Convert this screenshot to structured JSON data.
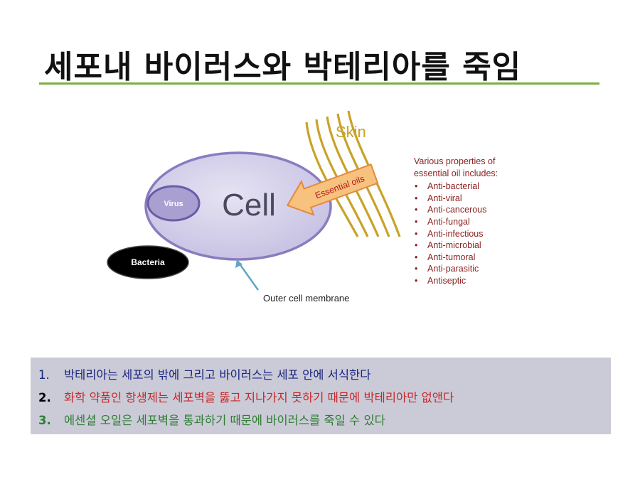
{
  "title": "세포내 바이러스와 박테리아를 죽임",
  "diagram": {
    "cell_label": "Cell",
    "virus_label": "Virus",
    "bacteria_label": "Bacteria",
    "skin_label": "Skin",
    "arrow_label": "Essential oils",
    "membrane_label": "Outer cell membrane"
  },
  "properties": {
    "heading_line1": "Various properties of",
    "heading_line2": "essential oil includes:",
    "items": [
      "Anti-bacterial",
      "Anti-viral",
      "Anti-cancerous",
      "Anti-fungal",
      "Anti-infectious",
      "Anti-microbial",
      "Anti-tumoral",
      "Anti-parasitic",
      "Antiseptic"
    ]
  },
  "notes": [
    {
      "number": "1.",
      "text": "박테리아는 세포의 밖에 그리고 바이러스는 세포 안에 서식한다"
    },
    {
      "number": "2.",
      "text": "화학 약품인 항생제는 세포벽을 뚫고 지나가지 못하기 때문에 박테리아만 없앤다"
    },
    {
      "number": "3.",
      "text": "에센셜 오일은 세포벽을 통과하기 때문에 바이러스를 죽일 수 있다"
    }
  ],
  "colors": {
    "title_rule": "#7cae3e",
    "cell_fill": "#cfcbe6",
    "cell_stroke": "#8a7cc0",
    "skin": "#c9a227",
    "arrow_fill": "#f7c27e",
    "arrow_text": "#b71c1c",
    "properties_text": "#8b2323",
    "membrane_arrow": "#5fa7c2",
    "notes_bg": "#cbcbd8"
  }
}
